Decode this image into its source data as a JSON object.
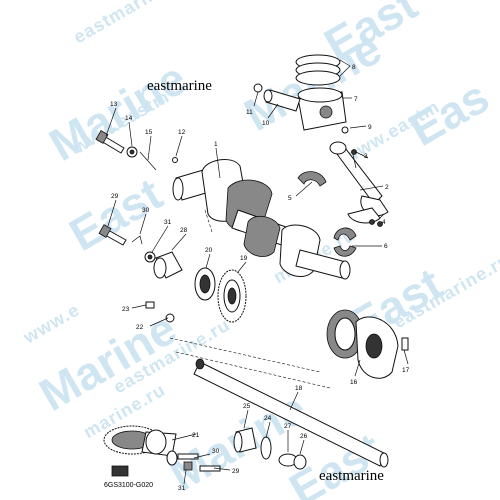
{
  "watermarks": {
    "big": [
      "Marine",
      "East",
      "Marine",
      "Marine",
      "East",
      "East",
      "Eas",
      "Marine",
      "East"
    ],
    "small": [
      "eastmarine.ru",
      "www.eastm",
      "www.eastm",
      "marine.ru",
      "eastmarine.ru",
      "marine.ru",
      "eastmarine.ru",
      "www.e"
    ]
  },
  "brand_top": "eastmarine",
  "brand_bottom": "eastmarine",
  "diagram_code": "6GS3100-G020",
  "callouts": [
    "1",
    "2",
    "3",
    "4",
    "5",
    "6",
    "7",
    "8",
    "9",
    "10",
    "11",
    "12",
    "13",
    "14",
    "15",
    "16",
    "17",
    "18",
    "19",
    "20",
    "21",
    "22",
    "23",
    "24",
    "25",
    "26",
    "27",
    "28",
    "29",
    "30",
    "31"
  ]
}
